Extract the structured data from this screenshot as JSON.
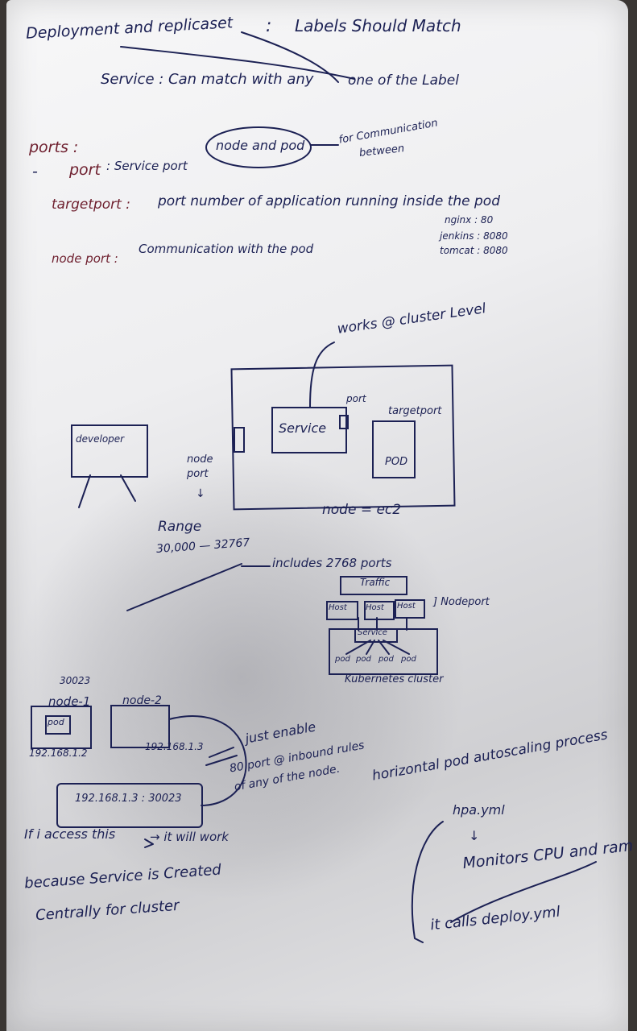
{
  "notes": {
    "line1_left": "Deployment and replicaset",
    "line1_colon": ":",
    "line1_right": "Labels Should Match",
    "line2_left": "Service : Can match with any",
    "line2_right": "one of the Label",
    "ports_heading": "ports :",
    "port_dash": "-",
    "port_label": "port",
    "port_desc": ": Service port",
    "port_bubble": "node and pod",
    "port_comm": "for Communication",
    "port_between": "between",
    "targetport_label": "targetport :",
    "targetport_desc": "port number of application running inside the pod",
    "nginx": "nginx : 80",
    "jenkins": "jenkins : 8080",
    "tomcat": "tomcat : 8080",
    "nodeport_label": "node port :",
    "nodeport_desc": "Communication with the pod"
  },
  "diagram1": {
    "works_at": "works @ cluster Level",
    "service": "Service",
    "port": "port",
    "targetport": "targetport",
    "pod": "POD",
    "node_caption": "node = ec2",
    "developer": "developer",
    "node_port": "node port",
    "node_port_arrow": "↓",
    "range": "Range",
    "range_values": "30,000 — 32767",
    "includes": "includes 2768 ports"
  },
  "diagram2": {
    "traffic": "Traffic",
    "hosts": [
      "Host",
      "Host",
      "Host"
    ],
    "nodeport": "] Nodeport",
    "service": "Service",
    "pods": [
      "pod",
      "pod",
      "pod",
      "pod"
    ],
    "cluster": "Kubernetes cluster"
  },
  "diagram3": {
    "port_30023": "30023",
    "node1": "node-1",
    "node1_pod": "pod",
    "node2": "node-2",
    "ip1": "192.168.1.2",
    "ip2": "192.168.1.3",
    "just_enable": "just enable",
    "inbound1": "80 port @ inbound rules",
    "inbound2": "of any of the node.",
    "ip_box": "192.168.1.3 : 30023",
    "if_access": "If i access this",
    "it_works": "→ it will work",
    "because1": "because Service is Created",
    "because2": "Centrally for cluster"
  },
  "hpa": {
    "title": "horizontal pod autoscaling process",
    "file": "hpa.yml",
    "arrow": "↓",
    "monitors": "Monitors CPU and ram",
    "calls": "it calls deploy.yml"
  }
}
